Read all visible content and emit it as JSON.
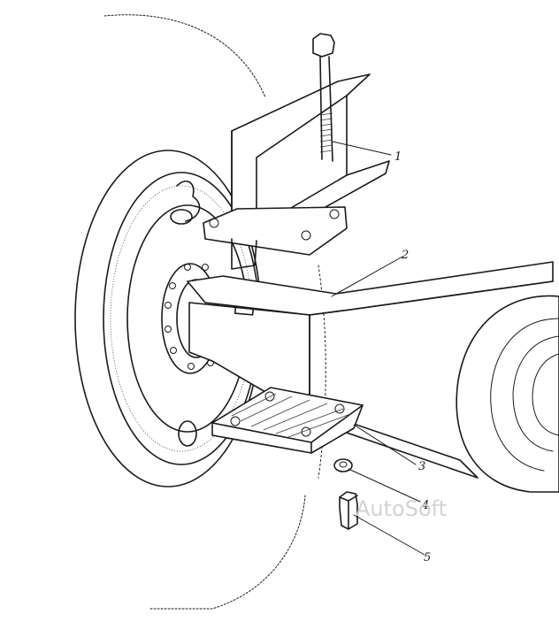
{
  "callouts": [
    {
      "label": "1",
      "part": "u-bolt-clamp-bracket"
    },
    {
      "label": "2",
      "part": "axle-beam"
    },
    {
      "label": "3",
      "part": "lower-spring-plate"
    },
    {
      "label": "4",
      "part": "lock-washer"
    },
    {
      "label": "5",
      "part": "nut"
    }
  ],
  "watermark": "AutoSoft",
  "colors": {
    "ink": "#1a1a1a",
    "paper": "#ffffff",
    "watermark": "#cfcfcf"
  }
}
